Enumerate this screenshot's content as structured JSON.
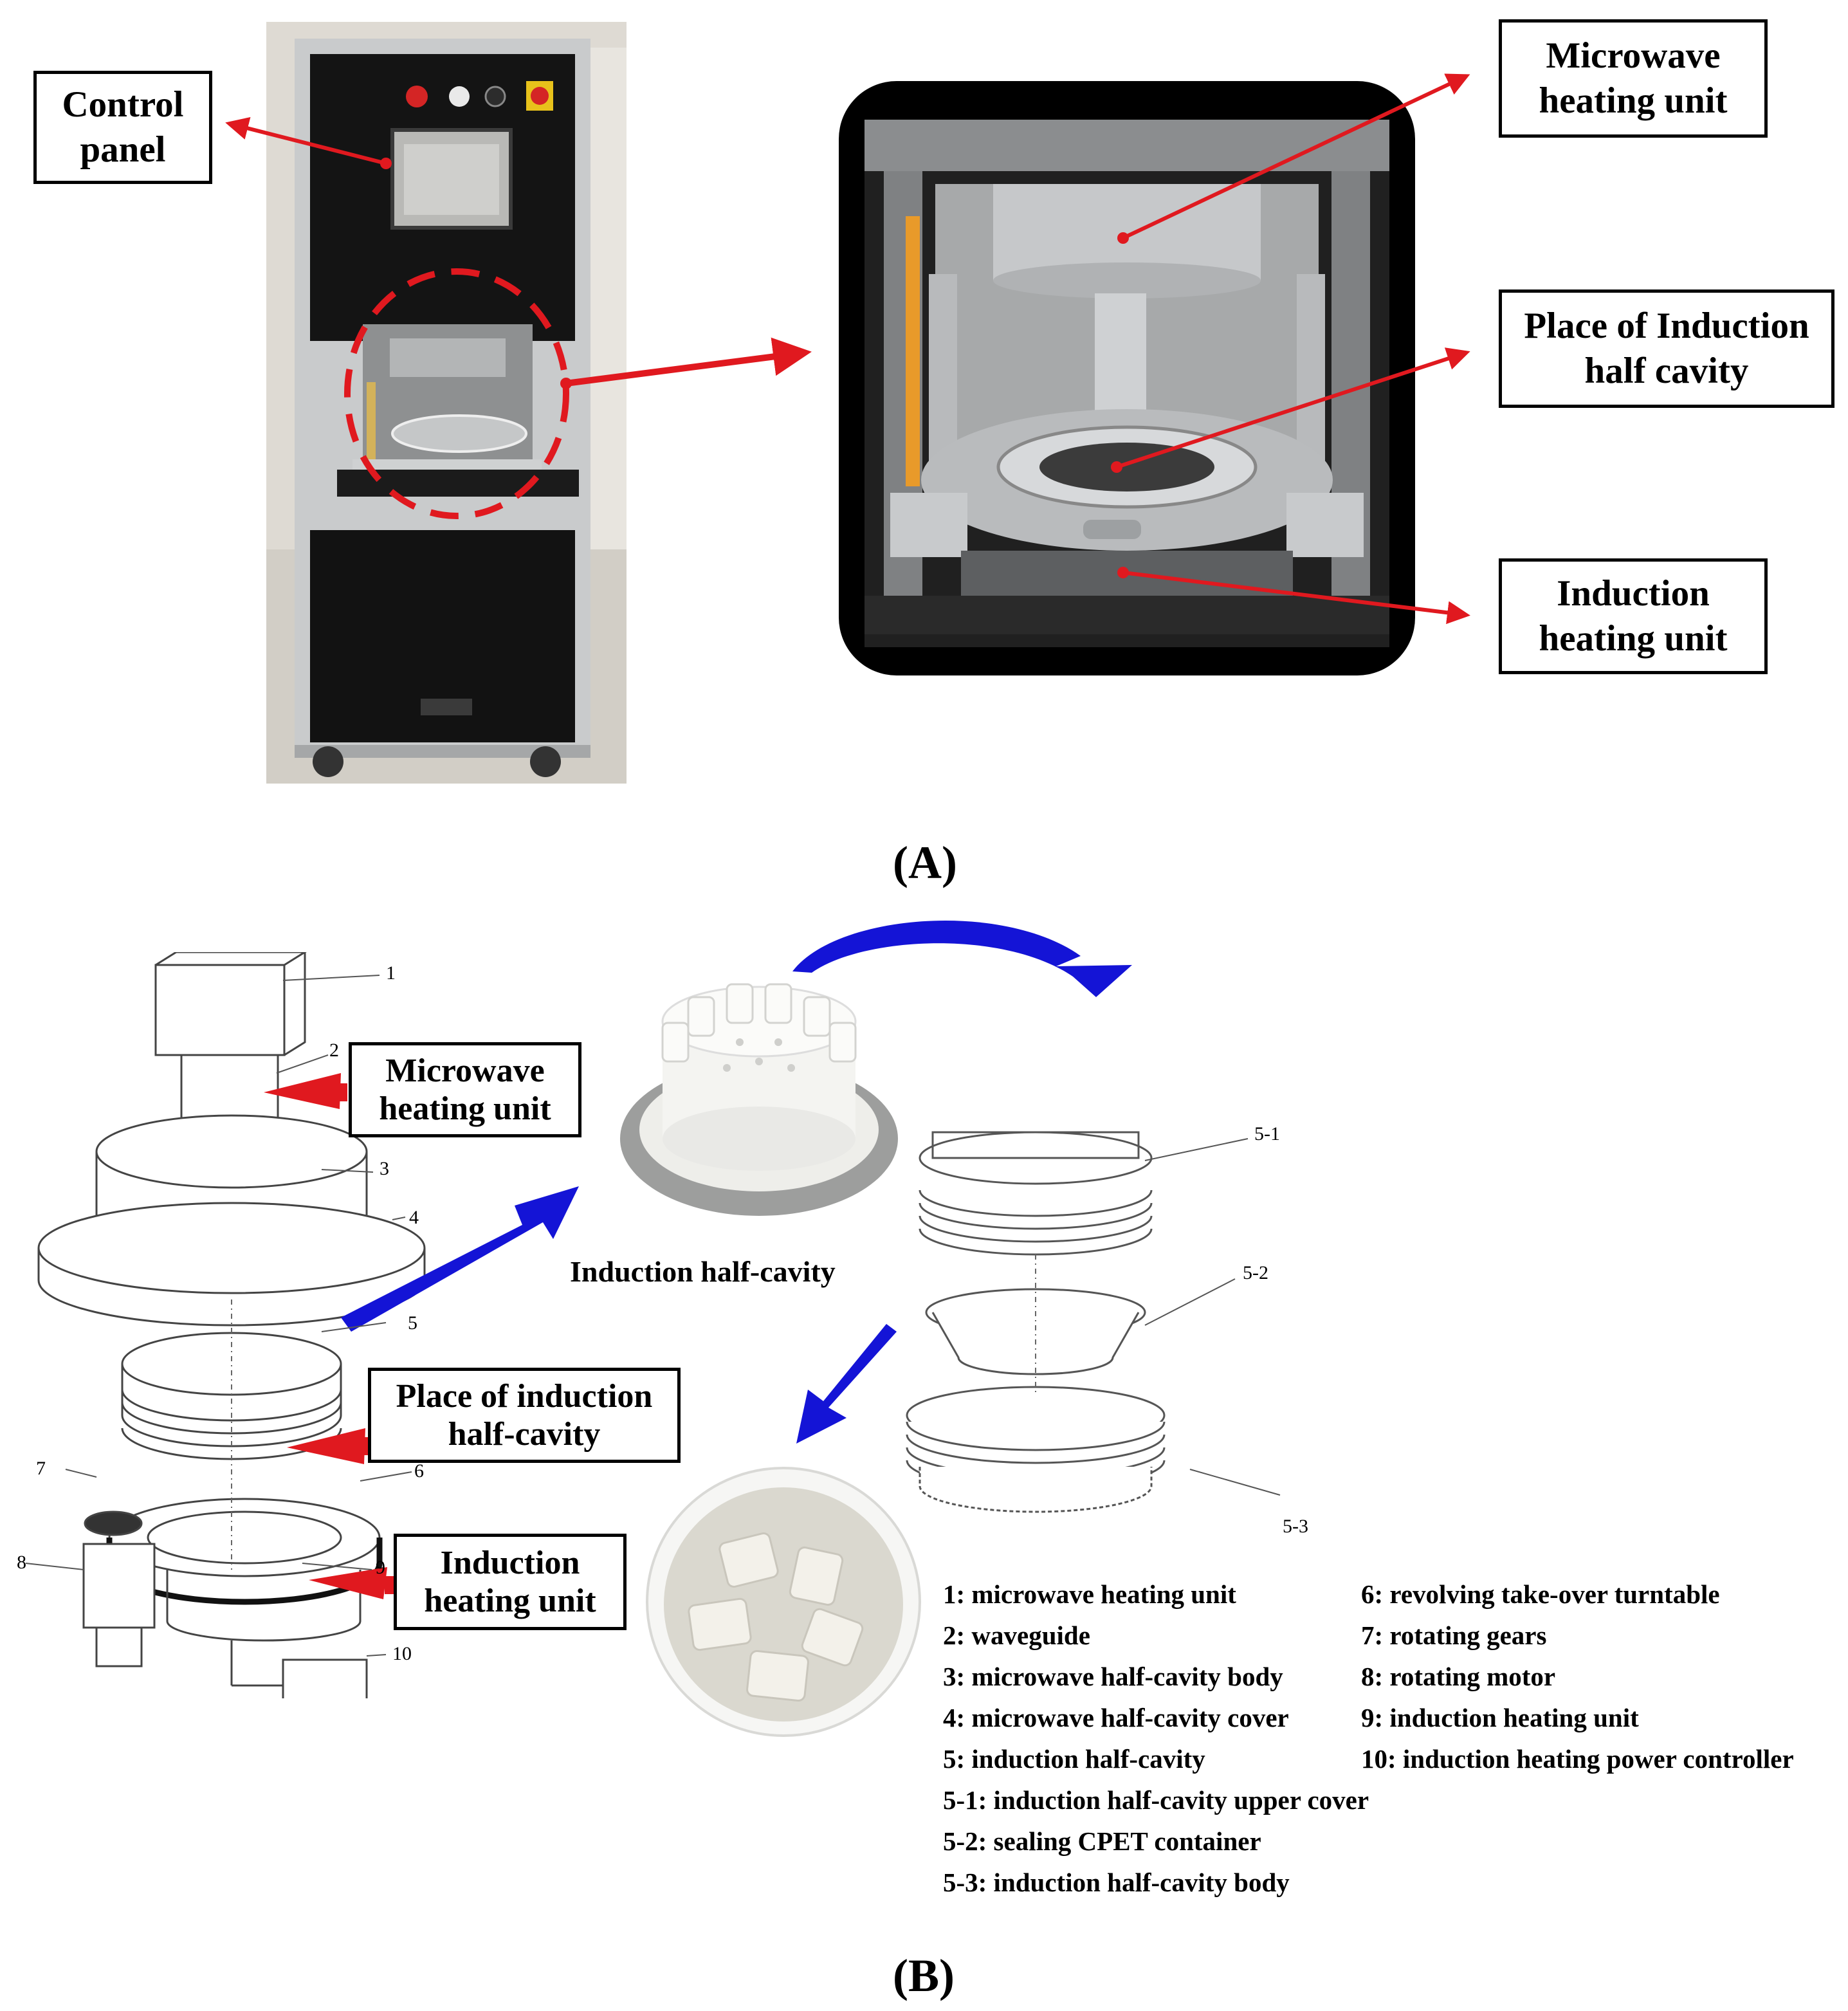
{
  "colors": {
    "arrow_red": "#e0191f",
    "arrow_blue": "#1414d6",
    "cabinet_black": "#121212",
    "frame_silver": "#c9cbcc",
    "photo_bg": "#dedad3",
    "interior_metal": "#a7a9aa",
    "cup_white": "#f2f2ef"
  },
  "panel_a": {
    "label": "(A)",
    "callouts": {
      "control_panel": "Control\npanel",
      "microwave_heating_unit": "Microwave\nheating unit",
      "place_of_induction": "Place of Induction\nhalf cavity",
      "induction_heating_unit": "Induction\nheating unit"
    }
  },
  "panel_b": {
    "label": "(B)",
    "callouts": {
      "microwave_heating_unit": "Microwave\nheating unit",
      "place_of_induction": "Place of induction\nhalf-cavity",
      "induction_heating_unit": "Induction\nheating unit"
    },
    "photo_caption": "Induction half-cavity",
    "part_numbers": [
      "1",
      "2",
      "3",
      "4",
      "5",
      "6",
      "7",
      "8",
      "9",
      "10"
    ],
    "sub_part_numbers": [
      "5-1",
      "5-2",
      "5-3"
    ],
    "legend_left": [
      "1: microwave heating unit",
      "2: waveguide",
      "3: microwave half-cavity body",
      "4: microwave half-cavity cover",
      "5: induction half-cavity",
      "5-1: induction half-cavity upper cover",
      "5-2: sealing CPET container",
      "5-3: induction half-cavity body"
    ],
    "legend_right": [
      "6: revolving take-over turntable",
      "7: rotating gears",
      "8: rotating motor",
      "9: induction heating unit",
      "10: induction heating power controller"
    ]
  }
}
